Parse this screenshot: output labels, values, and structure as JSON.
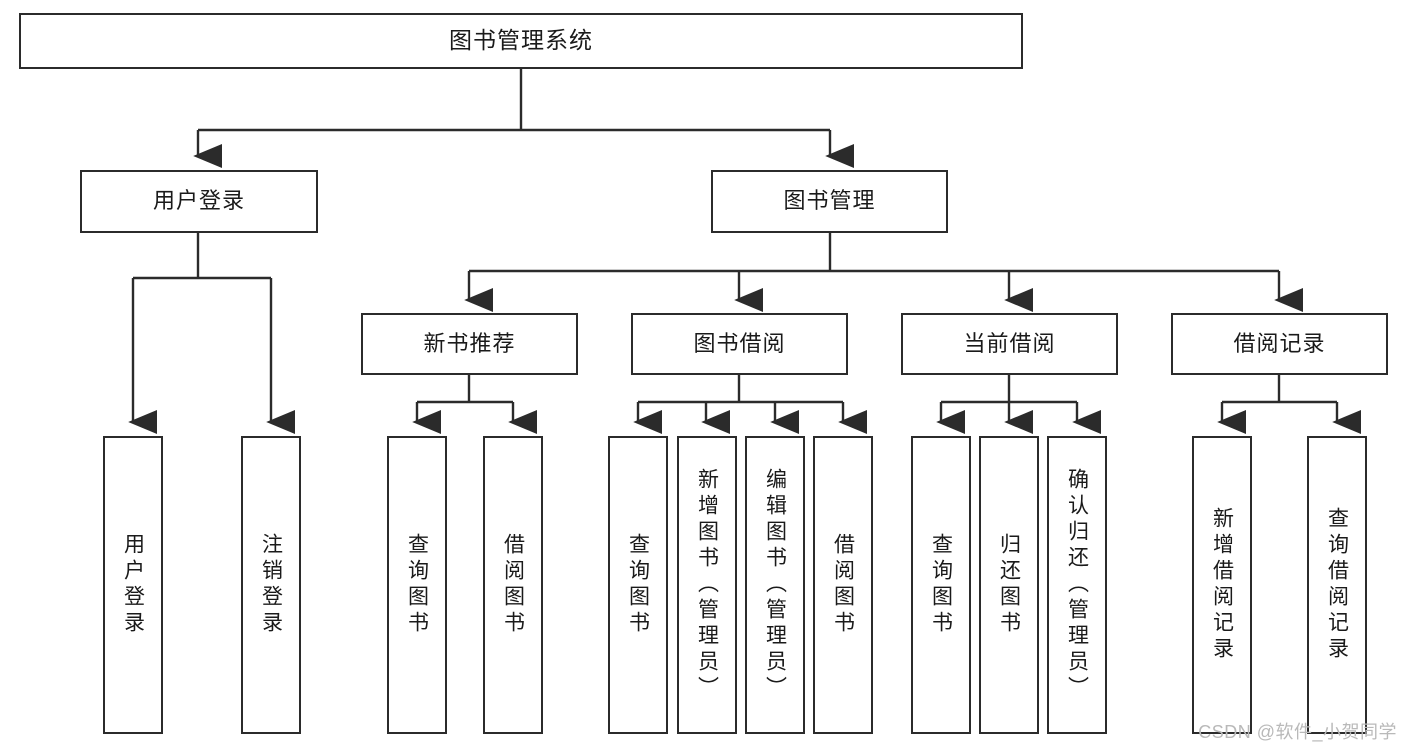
{
  "diagram": {
    "title": "图书管理系统",
    "watermark": "CSDN @软件_小贺同学",
    "line_color": "#2b2b2b",
    "box_fill": "#ffffff",
    "text_color": "#1a1a1a",
    "levels": {
      "root": {
        "label": "图书管理系统"
      },
      "level2": [
        {
          "label": "用户登录"
        },
        {
          "label": "图书管理"
        }
      ],
      "level3": [
        {
          "label": "新书推荐"
        },
        {
          "label": "图书借阅"
        },
        {
          "label": "当前借阅"
        },
        {
          "label": "借阅记录"
        }
      ],
      "level4": {
        "user_login": [
          {
            "label": "用户登录"
          },
          {
            "label": "注销登录"
          }
        ],
        "new_book_recommend": [
          {
            "label": "查询图书"
          },
          {
            "label": "借阅图书"
          }
        ],
        "book_borrow": [
          {
            "label": "查询图书"
          },
          {
            "label": "新增图书（管理员）"
          },
          {
            "label": "编辑图书（管理员）"
          },
          {
            "label": "借阅图书"
          }
        ],
        "current_borrow": [
          {
            "label": "查询图书"
          },
          {
            "label": "归还图书"
          },
          {
            "label": "确认归还（管理员）"
          }
        ],
        "borrow_record": [
          {
            "label": "新增借阅记录"
          },
          {
            "label": "查询借阅记录"
          }
        ]
      }
    }
  }
}
